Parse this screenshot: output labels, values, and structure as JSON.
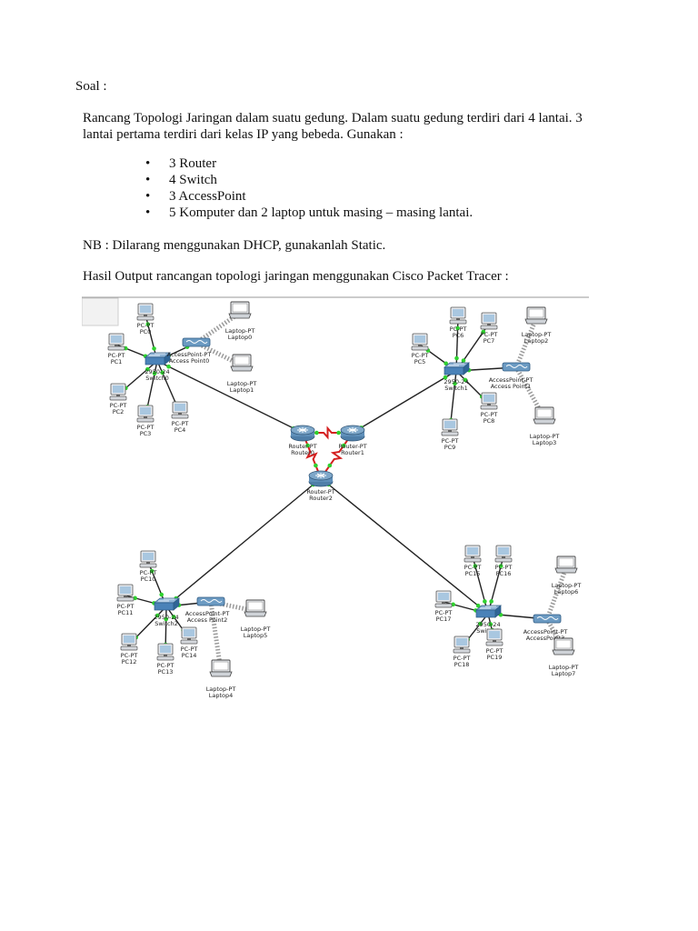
{
  "heading": "Soal :",
  "intro_line1": "Rancang Topologi Jaringan dalam suatu gedung. Dalam suatu gedung terdiri dari 4 lantai. 3",
  "intro_line2": "lantai pertama terdiri dari kelas IP yang bebeda. Gunakan :",
  "requirements": [
    "3 Router",
    "4 Switch",
    "3 AccessPoint",
    "5 Komputer dan 2 laptop untuk masing – masing lantai."
  ],
  "note": "NB : Dilarang menggunakan DHCP, gunakanlah Static.",
  "output_caption": "Hasil Output rancangan topologi jaringan menggunakan Cisco Packet Tracer :",
  "topology": {
    "routers": [
      {
        "id": "Router0",
        "type": "Router-PT",
        "name": "Router0"
      },
      {
        "id": "Router1",
        "type": "Router-PT",
        "name": "Router1"
      },
      {
        "id": "Router2",
        "type": "Router-PT",
        "name": "Router2"
      }
    ],
    "switches": [
      {
        "id": "Switch0",
        "type": "2950-24",
        "name": "Switch0"
      },
      {
        "id": "Switch1",
        "type": "2950-24",
        "name": "Switch1"
      },
      {
        "id": "Switch2",
        "type": "2950-24",
        "name": "Switch2"
      },
      {
        "id": "Switch3",
        "type": "2950-24",
        "name": "Switch3"
      }
    ],
    "access_points": [
      {
        "id": "AP0",
        "type": "AccessPoint-PT",
        "name": "Access Point0"
      },
      {
        "id": "AP1",
        "type": "AccessPoint-PT",
        "name": "Access Point1"
      },
      {
        "id": "AP2",
        "type": "AccessPoint-PT",
        "name": "Access Point2"
      },
      {
        "id": "AP3",
        "type": "AccessPoint-PT",
        "name": "AccessPoint3"
      }
    ],
    "pcs": [
      {
        "id": "PC0",
        "type": "PC-PT",
        "name": "PC0"
      },
      {
        "id": "PC1",
        "type": "PC-PT",
        "name": "PC1"
      },
      {
        "id": "PC2",
        "type": "PC-PT",
        "name": "PC2"
      },
      {
        "id": "PC3",
        "type": "PC-PT",
        "name": "PC3"
      },
      {
        "id": "PC4",
        "type": "PC-PT",
        "name": "PC4"
      },
      {
        "id": "PC5",
        "type": "PC-PT",
        "name": "PC5"
      },
      {
        "id": "PC6",
        "type": "PC-PT",
        "name": "PC6"
      },
      {
        "id": "PC7",
        "type": "PC-PT",
        "name": "PC7"
      },
      {
        "id": "PC8",
        "type": "PC-PT",
        "name": "PC8"
      },
      {
        "id": "PC9",
        "type": "PC-PT",
        "name": "PC9"
      },
      {
        "id": "PC10",
        "type": "PC-PT",
        "name": "PC10"
      },
      {
        "id": "PC11",
        "type": "PC-PT",
        "name": "PC11"
      },
      {
        "id": "PC12",
        "type": "PC-PT",
        "name": "PC12"
      },
      {
        "id": "PC13",
        "type": "PC-PT",
        "name": "PC13"
      },
      {
        "id": "PC14",
        "type": "PC-PT",
        "name": "PC14"
      },
      {
        "id": "PC15",
        "type": "PC-PT",
        "name": "PC15"
      },
      {
        "id": "PC16",
        "type": "PC-PT",
        "name": "PC16"
      },
      {
        "id": "PC17",
        "type": "PC-PT",
        "name": "PC17"
      },
      {
        "id": "PC18",
        "type": "PC-PT",
        "name": "PC18"
      },
      {
        "id": "PC19",
        "type": "PC-PT",
        "name": "PC19"
      }
    ],
    "laptops": [
      {
        "id": "Laptop0",
        "type": "Laptop-PT",
        "name": "Laptop0"
      },
      {
        "id": "Laptop1",
        "type": "Laptop-PT",
        "name": "Laptop1"
      },
      {
        "id": "Laptop2",
        "type": "Laptop-PT",
        "name": "Laptop2"
      },
      {
        "id": "Laptop3",
        "type": "Laptop-PT",
        "name": "Laptop3"
      },
      {
        "id": "Laptop4",
        "type": "Laptop-PT",
        "name": "Laptop4"
      },
      {
        "id": "Laptop5",
        "type": "Laptop-PT",
        "name": "Laptop5"
      },
      {
        "id": "Laptop6",
        "type": "Laptop-PT",
        "name": "Laptop6"
      },
      {
        "id": "Laptop7",
        "type": "Laptop-PT",
        "name": "Laptop7"
      }
    ],
    "colors": {
      "link": "#222222",
      "serial": "#d42020",
      "wireless": "#9a9a9a",
      "port": "#2fd12f",
      "switch": "#4a82b8",
      "router": "#7ea7c9"
    }
  }
}
